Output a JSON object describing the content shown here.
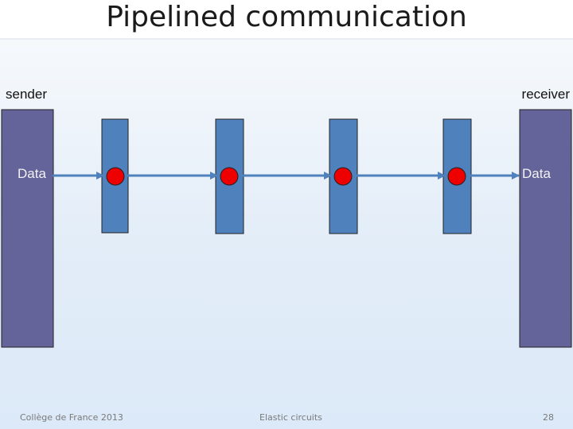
{
  "slide": {
    "title": "Pipelined communication"
  },
  "diagram": {
    "sender_label": "sender",
    "receiver_label": "receiver",
    "sender_data_label": "Data",
    "receiver_data_label": "Data",
    "stage_count": 4
  },
  "footer": {
    "left": "Collège de France 2013",
    "center": "Elastic circuits",
    "page_number": "28"
  },
  "colors": {
    "endpoint_fill": "#64649a",
    "stage_fill": "#4f81bd",
    "arrow": "#4f81bd",
    "token_fill": "#ee0000"
  }
}
